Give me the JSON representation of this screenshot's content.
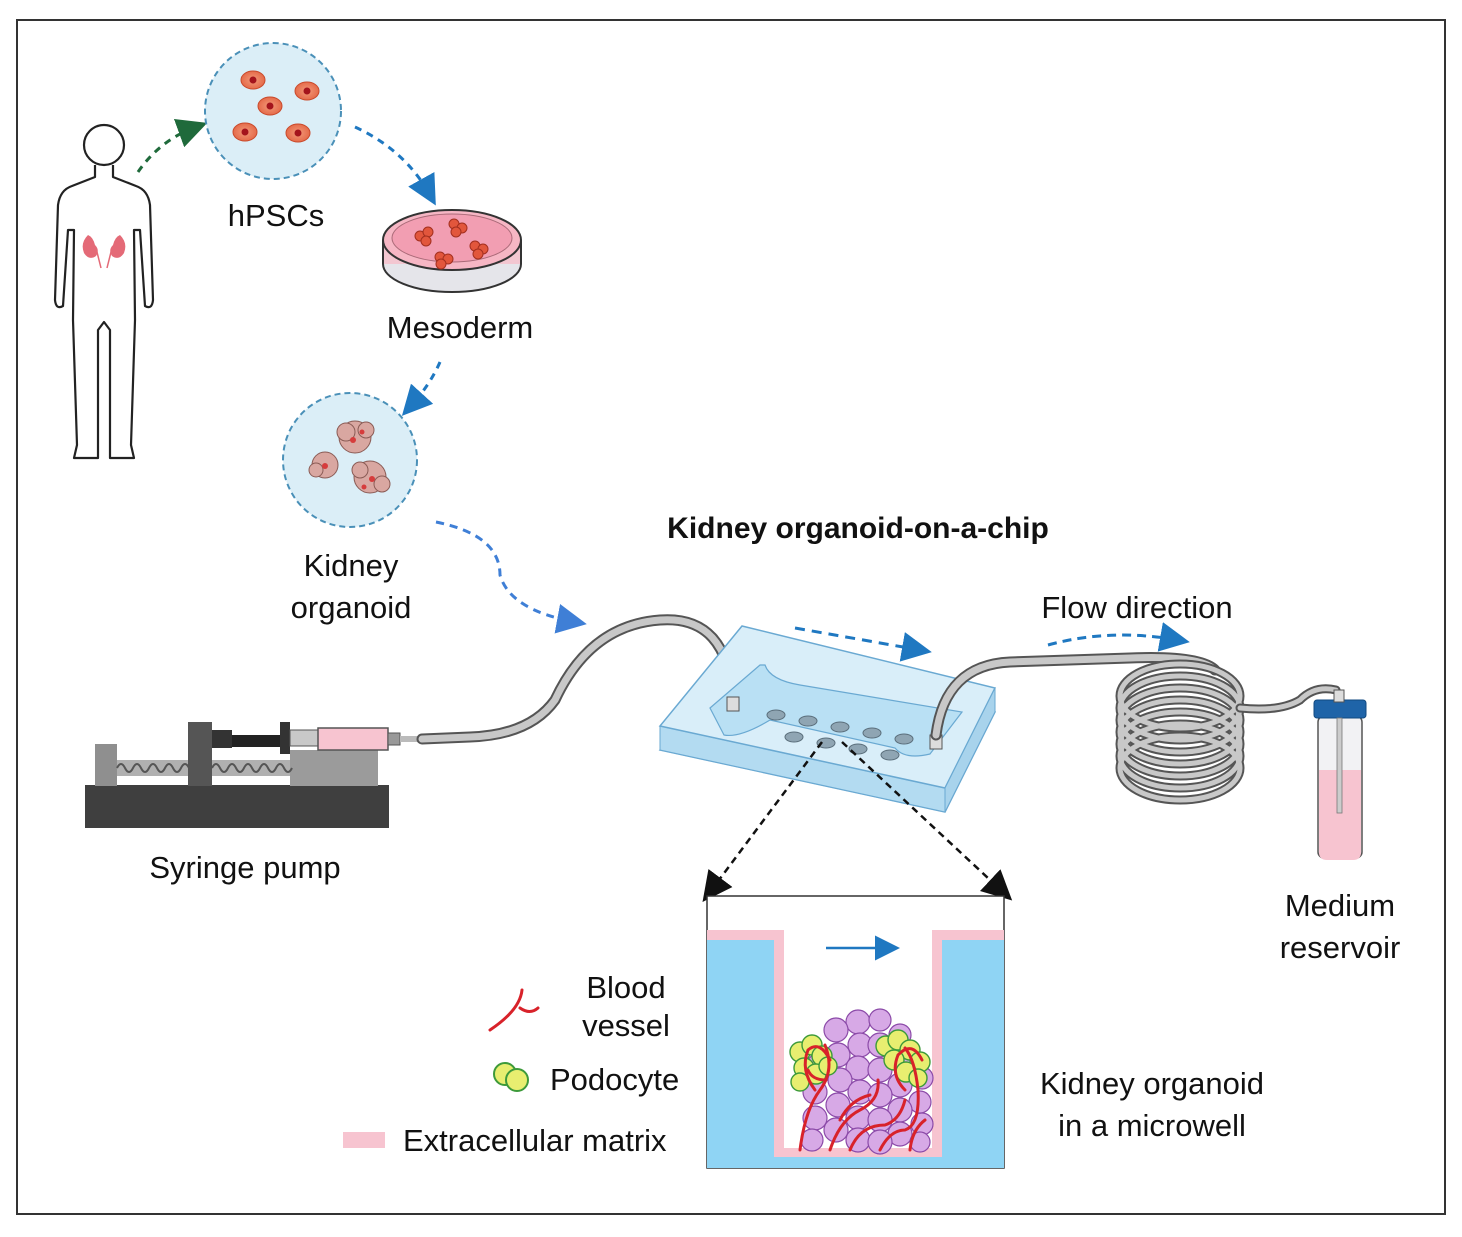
{
  "labels": {
    "hpscs": "hPSCs",
    "mesoderm": "Mesoderm",
    "kidney_organoid_1": "Kidney",
    "kidney_organoid_2": "organoid",
    "chip_title": "Kidney organoid-on-a-chip",
    "flow_direction": "Flow direction",
    "syringe_pump": "Syringe pump",
    "medium_reservoir_1": "Medium",
    "medium_reservoir_2": "reservoir",
    "microwell_1": "Kidney organoid",
    "microwell_2": "in a microwell"
  },
  "legend": {
    "blood_vessel_1": "Blood",
    "blood_vessel_2": "vessel",
    "podocyte": "Podocyte",
    "ecm": "Extracellular matrix"
  },
  "colors": {
    "blood_vessel": "#d8222a",
    "podocyte_fill": "#e8ee70",
    "podocyte_stroke": "#3d9a3a",
    "ecm": "#f7c4d0",
    "medium": "#8fd4f4",
    "organoid_cell": "#d7a9e6",
    "flow_arrow": "#1f78c1",
    "tubing": "#c8c8c8",
    "pump_dark": "#444444"
  },
  "icons": [
    "human-body-kidney-icon",
    "petri-dish-icon",
    "syringe-pump-icon",
    "microfluidic-chip-icon",
    "tubing-coil-icon",
    "medium-reservoir-icon"
  ]
}
